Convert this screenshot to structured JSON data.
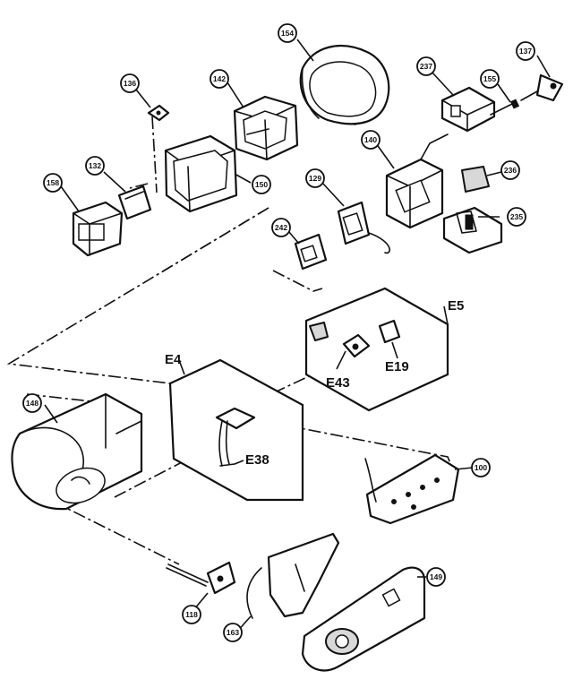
{
  "callouts": {
    "c154": "154",
    "c142": "142",
    "c136": "136",
    "c132": "132",
    "c158": "158",
    "c150": "150",
    "c237": "237",
    "c155": "155",
    "c137": "137",
    "c140": "140",
    "c236": "236",
    "c129": "129",
    "c235": "235",
    "c242": "242",
    "c148": "148",
    "c100": "100",
    "c149": "149",
    "c118": "118",
    "c163": "163"
  },
  "groups": {
    "e4": "E4",
    "e5": "E5"
  },
  "part_labels": {
    "e38": "E38",
    "e43": "E43",
    "e19": "E19"
  }
}
